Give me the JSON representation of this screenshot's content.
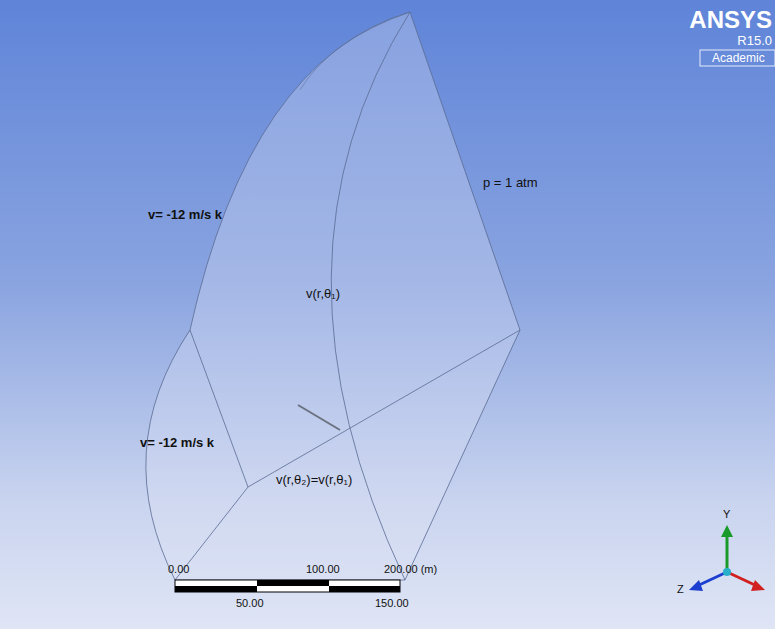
{
  "diagram": {
    "labels": [
      "ANSYS",
      "R15.0",
      "Academic",
      "v= -12 m/s k",
      "p = 1 atm",
      "v(r,θ₁)",
      "v= -12 m/s k",
      "v(r,θ₂)=v(r,θ₁)",
      "0.00",
      "100.00",
      "200.00 (m)",
      "50.00",
      "150.00",
      "Y",
      "Z"
    ]
  }
}
